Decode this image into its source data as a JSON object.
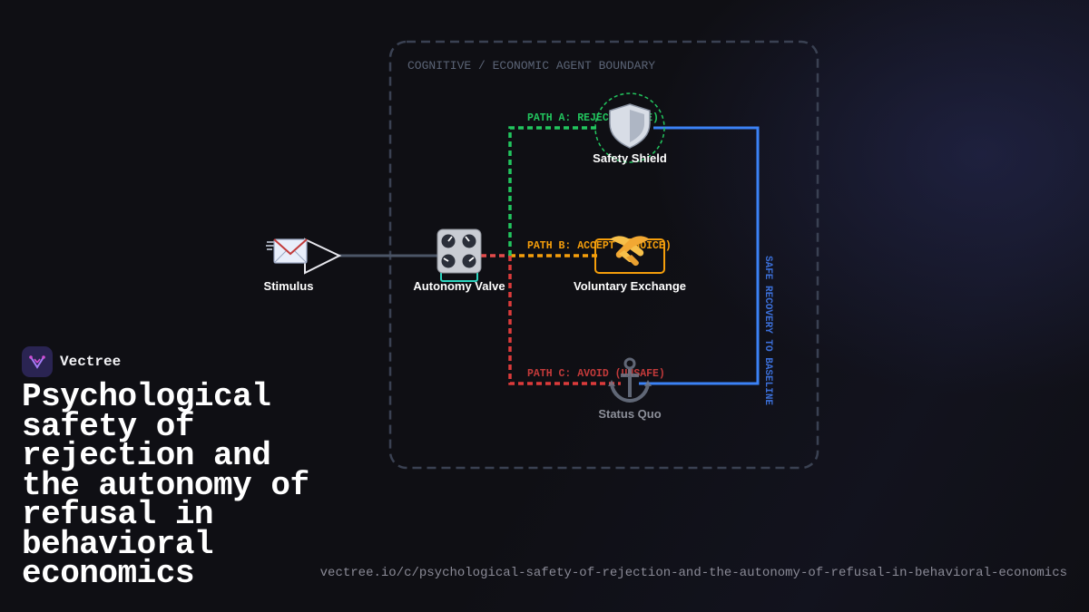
{
  "brand": {
    "name": "Vectree"
  },
  "headline": "Psychological safety of rejection and the autonomy of refusal in behavioral economics",
  "url": "vectree.io/c/psychological-safety-of-rejection-and-the-autonomy-of-refusal-in-behavioral-economics",
  "diagram": {
    "boundary_label": "COGNITIVE / ECONOMIC AGENT BOUNDARY",
    "nodes": {
      "stimulus": {
        "label": "Stimulus",
        "icon": "envelope-icon"
      },
      "valve": {
        "label": "Autonomy Valve",
        "icon": "control-knobs-icon"
      },
      "shield": {
        "label": "Safety Shield",
        "icon": "shield-icon"
      },
      "exchange": {
        "label": "Voluntary Exchange",
        "icon": "handshake-icon"
      },
      "status_quo": {
        "label": "Status Quo",
        "icon": "anchor-icon"
      }
    },
    "paths": {
      "a": {
        "label": "PATH A: REJECT (SAFE)",
        "color": "#22c55e"
      },
      "b": {
        "label": "PATH B: ACCEPT (CHOICE)",
        "color": "#f59e0b"
      },
      "c": {
        "label": "PATH C: AVOID (UNSAFE)",
        "color": "#dc3b3b"
      }
    },
    "recovery_label": "SAFE RECOVERY TO BASELINE",
    "colors": {
      "recovery": "#3b82f6",
      "boundary": "#3a4152",
      "stem": "#4b5566",
      "valve_accent": "#2dd4bf"
    }
  }
}
